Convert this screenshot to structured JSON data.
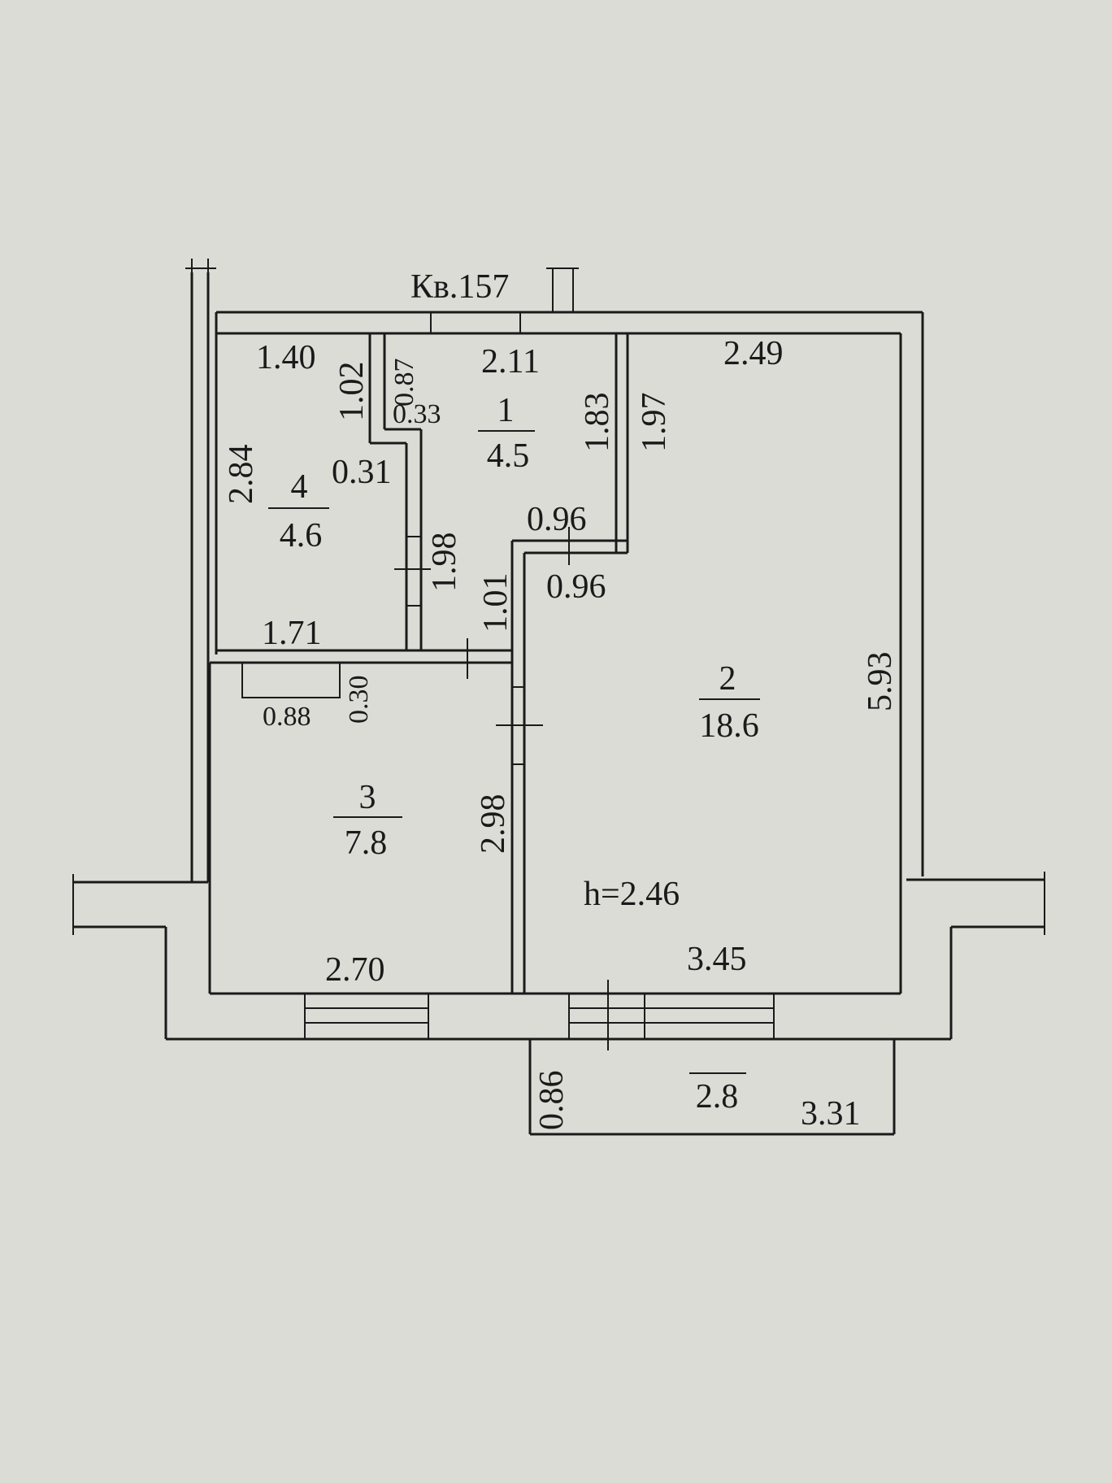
{
  "plan": {
    "title": "Кв.157",
    "ceiling_height": "h=2.46",
    "rooms": [
      {
        "number": "1",
        "area": "4.5"
      },
      {
        "number": "2",
        "area": "18.6"
      },
      {
        "number": "3",
        "area": "7.8"
      },
      {
        "number": "4",
        "area": "4.6"
      }
    ],
    "balcony_area": "2.8",
    "dims": {
      "d140": "1.40",
      "d102": "1.02",
      "d087": "0.87",
      "d211": "2.11",
      "d249": "2.49",
      "d033": "0.33",
      "d183": "1.83",
      "d197": "1.97",
      "d284": "2.84",
      "d031": "0.31",
      "d096a": "0.96",
      "d096b": "0.96",
      "d198": "1.98",
      "d101": "1.01",
      "d171": "1.71",
      "d593": "5.93",
      "d030": "0.30",
      "d088": "0.88",
      "d298": "2.98",
      "d270": "2.70",
      "d345": "3.45",
      "d086": "0.86",
      "d331": "3.31"
    }
  }
}
